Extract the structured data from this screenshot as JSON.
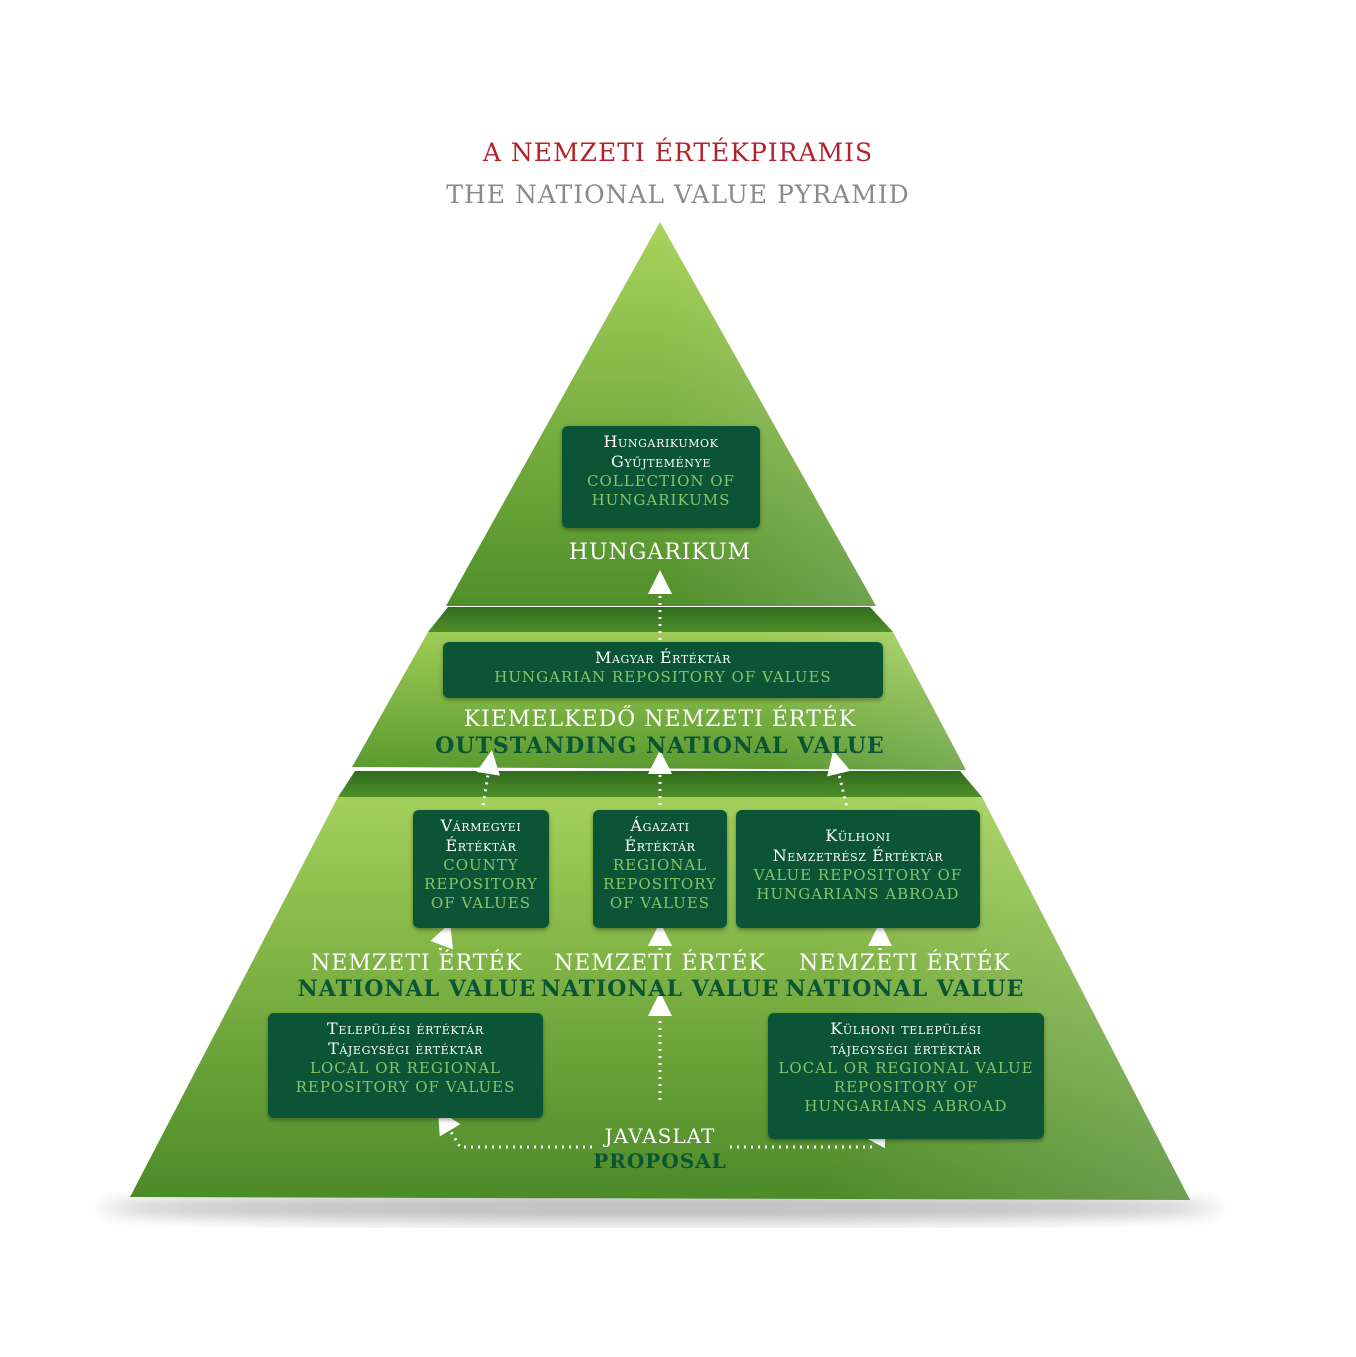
{
  "title": {
    "hungarian": "A NEMZETI ÉRTÉKPIRAMIS",
    "english": "THE NATIONAL VALUE PYRAMID"
  },
  "colors": {
    "title_hungarian": "#b5212a",
    "title_english": "#8a8a8a",
    "pyramid_green_light": "#a9d35c",
    "pyramid_green_dark": "#4f8f2a",
    "box_fill": "#0b5436",
    "box_subtext": "#86c36a",
    "arrow": "#ffffff"
  },
  "top_tier": {
    "box": {
      "title_line1": "Hungarikumok",
      "title_line2": "Gyűjteménye",
      "sub_line1": "COLLECTION OF",
      "sub_line2": "HUNGARIKUMS"
    },
    "label": "HUNGARIKUM"
  },
  "middle_tier": {
    "box": {
      "title": "Magyar Értéktár",
      "sub": "HUNGARIAN REPOSITORY OF VALUES"
    },
    "label_hu": "KIEMELKEDŐ NEMZETI ÉRTÉK",
    "label_en": "OUTSTANDING NATIONAL VALUE"
  },
  "bottom_tier": {
    "county": {
      "title_line1": "Vármegyei",
      "title_line2": "Értéktár",
      "sub_line1": "COUNTY",
      "sub_line2": "REPOSITORY",
      "sub_line3": "OF VALUES"
    },
    "sectoral": {
      "title_line1": "Ágazati",
      "title_line2": "Értéktár",
      "sub_line1": "REGIONAL",
      "sub_line2": "REPOSITORY",
      "sub_line3": "OF VALUES"
    },
    "abroad": {
      "title_line1": "Külhoni",
      "title_line2": "Nemzetrész Értéktár",
      "sub_line1": "VALUE REPOSITORY OF",
      "sub_line2": "HUNGARIANS ABROAD"
    },
    "national_value_labels": [
      {
        "hu": "NEMZETI ÉRTÉK",
        "en": "NATIONAL VALUE"
      },
      {
        "hu": "NEMZETI ÉRTÉK",
        "en": "NATIONAL VALUE"
      },
      {
        "hu": "NEMZETI ÉRTÉK",
        "en": "NATIONAL VALUE"
      }
    ],
    "local": {
      "title_line1": "Települési  értéktár",
      "title_line2": "Tájegységi értéktár",
      "sub_line1": "LOCAL OR REGIONAL",
      "sub_line2": "REPOSITORY OF VALUES"
    },
    "local_abroad": {
      "title_line1": "Külhoni települési",
      "title_line2": "tájegységi értéktár",
      "sub_line1": "LOCAL OR REGIONAL VALUE",
      "sub_line2": "REPOSITORY OF",
      "sub_line3": "HUNGARIANS ABROAD"
    },
    "proposal_hu": "JAVASLAT",
    "proposal_en": "PROPOSAL"
  }
}
